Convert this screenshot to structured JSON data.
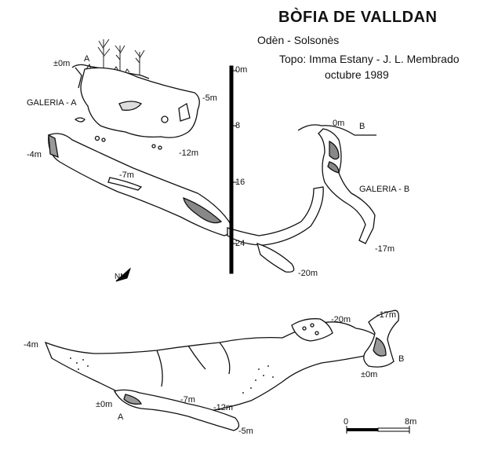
{
  "header": {
    "title": "BÒFIA DE VALLDAN",
    "location": "Odèn - Solsonès",
    "survey": "Topo: Imma Estany - J. L. Membrado",
    "date": "octubre 1989"
  },
  "depth_scale": {
    "marks": [
      "0m",
      "8",
      "16",
      "24"
    ]
  },
  "plan_labels": {
    "entrance_a": "A",
    "entrance_b": "B",
    "galeria_a": "GALERIA - A",
    "galeria_b": "GALERIA - B",
    "a_zero": "±0m",
    "b_zero": "0m",
    "minus5": "-5m",
    "minus12": "-12m",
    "minus4": "-4m",
    "minus7": "-7m",
    "minus17": "-17m",
    "minus20": "-20m",
    "north": "NM"
  },
  "section_labels": {
    "minus4": "-4m",
    "minus20": "-20m",
    "minus17": "-17m",
    "b": "B",
    "b_zero": "±0m",
    "a_zero": "±0m",
    "a": "A",
    "minus7": "-7m",
    "minus12": "-12m",
    "minus5": "-5m"
  },
  "horizontal_scale": {
    "start": "0",
    "end": "8m"
  }
}
